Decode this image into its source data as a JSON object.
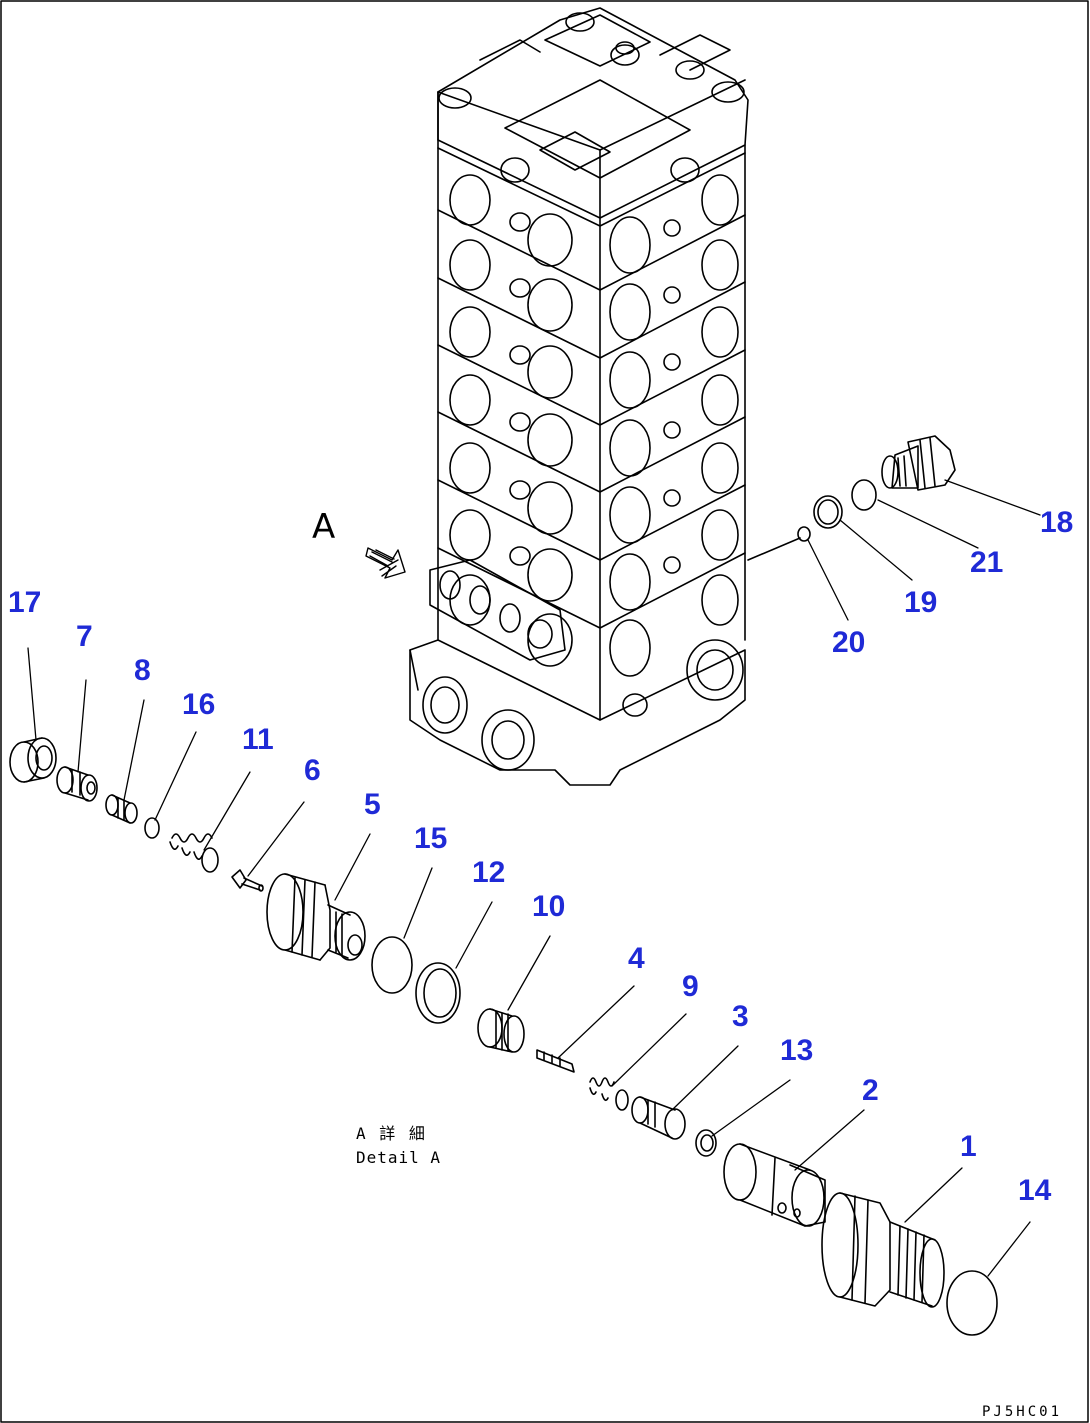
{
  "diagram": {
    "view_letter": "A",
    "caption_jp": "A 詳 細",
    "caption_en": "Detail A",
    "drawing_code": "PJ5HC01",
    "label_color": "#1f2ad6",
    "line_color": "#000000",
    "callouts": [
      {
        "id": "17",
        "text": "17"
      },
      {
        "id": "7",
        "text": "7"
      },
      {
        "id": "8",
        "text": "8"
      },
      {
        "id": "16",
        "text": "16"
      },
      {
        "id": "11",
        "text": "11"
      },
      {
        "id": "6",
        "text": "6"
      },
      {
        "id": "5",
        "text": "5"
      },
      {
        "id": "15",
        "text": "15"
      },
      {
        "id": "12",
        "text": "12"
      },
      {
        "id": "10",
        "text": "10"
      },
      {
        "id": "4",
        "text": "4"
      },
      {
        "id": "9",
        "text": "9"
      },
      {
        "id": "3",
        "text": "3"
      },
      {
        "id": "13",
        "text": "13"
      },
      {
        "id": "2",
        "text": "2"
      },
      {
        "id": "1",
        "text": "1"
      },
      {
        "id": "14",
        "text": "14"
      },
      {
        "id": "18",
        "text": "18"
      },
      {
        "id": "21",
        "text": "21"
      },
      {
        "id": "19",
        "text": "19"
      },
      {
        "id": "20",
        "text": "20"
      }
    ]
  }
}
